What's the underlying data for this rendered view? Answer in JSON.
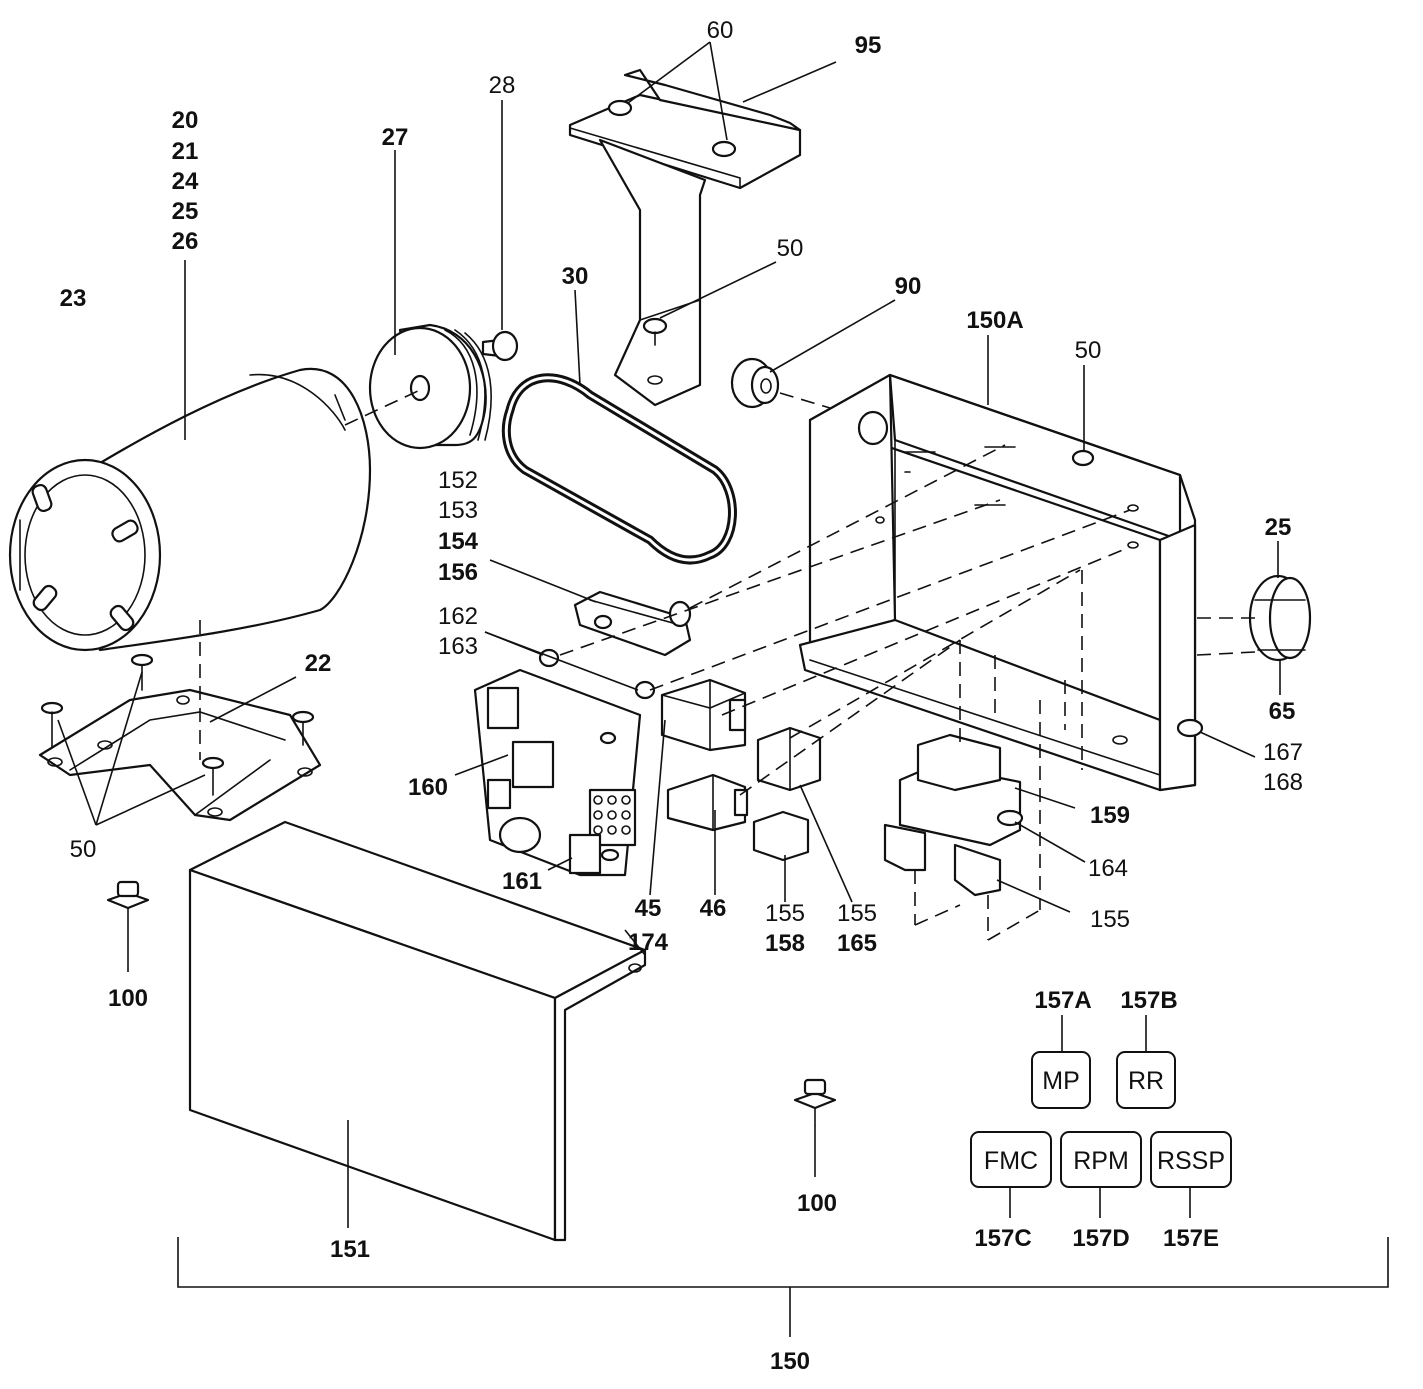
{
  "labels": {
    "l20": "20",
    "l21": "21",
    "l24": "24",
    "l25a": "25",
    "l26": "26",
    "l23": "23",
    "l27": "27",
    "l28": "28",
    "l30": "30",
    "l60": "60",
    "l95": "95",
    "l50a": "50",
    "l90": "90",
    "l150A": "150A",
    "l50b": "50",
    "l25b": "25",
    "l65": "65",
    "l167": "167",
    "l168": "168",
    "l152": "152",
    "l153": "153",
    "l154": "154",
    "l156": "156",
    "l162": "162",
    "l163": "163",
    "l22": "22",
    "l160": "160",
    "l161": "161",
    "l45": "45",
    "l46": "46",
    "l155a": "155",
    "l158": "158",
    "l155b": "155",
    "l165": "165",
    "l159": "159",
    "l164": "164",
    "l155c": "155",
    "l50c": "50",
    "l174": "174",
    "l100a": "100",
    "l100b": "100",
    "l151": "151",
    "l150": "150",
    "l157A": "157A",
    "l157B": "157B",
    "l157C": "157C",
    "l157D": "157D",
    "l157E": "157E"
  },
  "option_boxes": {
    "mp": "MP",
    "rr": "RR",
    "fmc": "FMC",
    "rpm": "RPM",
    "rssp": "RSSP"
  }
}
